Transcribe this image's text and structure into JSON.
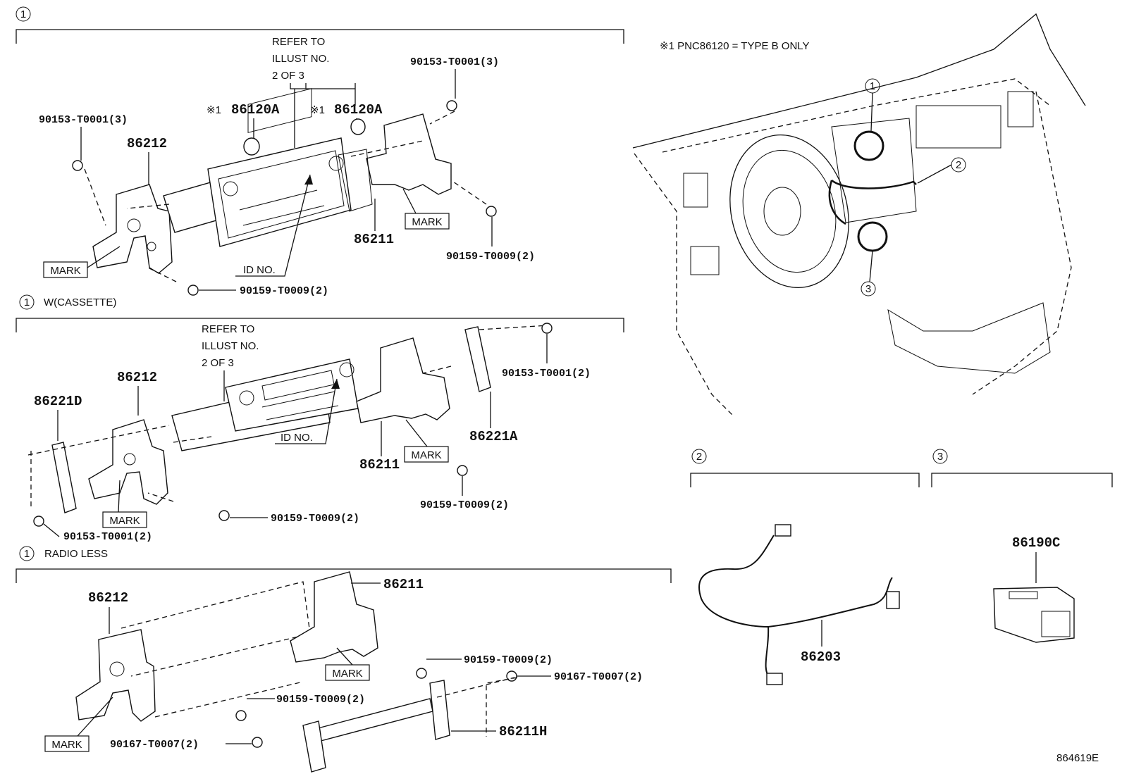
{
  "sections": {
    "s1_top": {
      "num": "1"
    },
    "s1_cassette": {
      "num": "1",
      "title": "W(CASSETTE)"
    },
    "s1_radioless": {
      "num": "1",
      "title": "RADIO LESS"
    },
    "s2": {
      "num": "2"
    },
    "s3": {
      "num": "3"
    }
  },
  "note": "※1 PNC86120 = TYPE B ONLY",
  "top": {
    "refer": [
      "REFER TO",
      "ILLUST NO.",
      "2 OF 3"
    ],
    "knob_l": "86120A",
    "knob_r": "86120A",
    "ref_mark": "※1",
    "screw_tl": "90153-T0001(3)",
    "screw_tr": "90153-T0001(3)",
    "bracket_l": "86212",
    "bracket_r": "86211",
    "mark_l": "MARK",
    "mark_r": "MARK",
    "id_no": "ID NO.",
    "screw_br": "90159-T0009(2)",
    "screw_bm": "90159-T0009(2)"
  },
  "cassette": {
    "refer": [
      "REFER TO",
      "ILLUST NO.",
      "2 OF 3"
    ],
    "bracket_l": "86212",
    "panel_l": "86221D",
    "panel_r": "86221A",
    "bracket_r": "86211",
    "screw_tr": "90153-T0001(2)",
    "screw_bl": "90153-T0001(2)",
    "screw_bm": "90159-T0009(2)",
    "screw_br": "90159-T0009(2)",
    "id_no": "ID NO.",
    "mark_l": "MARK",
    "mark_r": "MARK"
  },
  "radioless": {
    "bracket_l": "86212",
    "bracket_r": "86211",
    "bar": "86211H",
    "screw_r": "90159-T0009(2)",
    "screw_m": "90159-T0009(2)",
    "screw_tr": "90167-T0007(2)",
    "screw_bl": "90167-T0007(2)",
    "mark_l": "MARK",
    "mark_r": "MARK"
  },
  "dash_callouts": [
    "1",
    "2",
    "3"
  ],
  "harness": "86203",
  "switch": "86190C",
  "illust_id": "864619E"
}
